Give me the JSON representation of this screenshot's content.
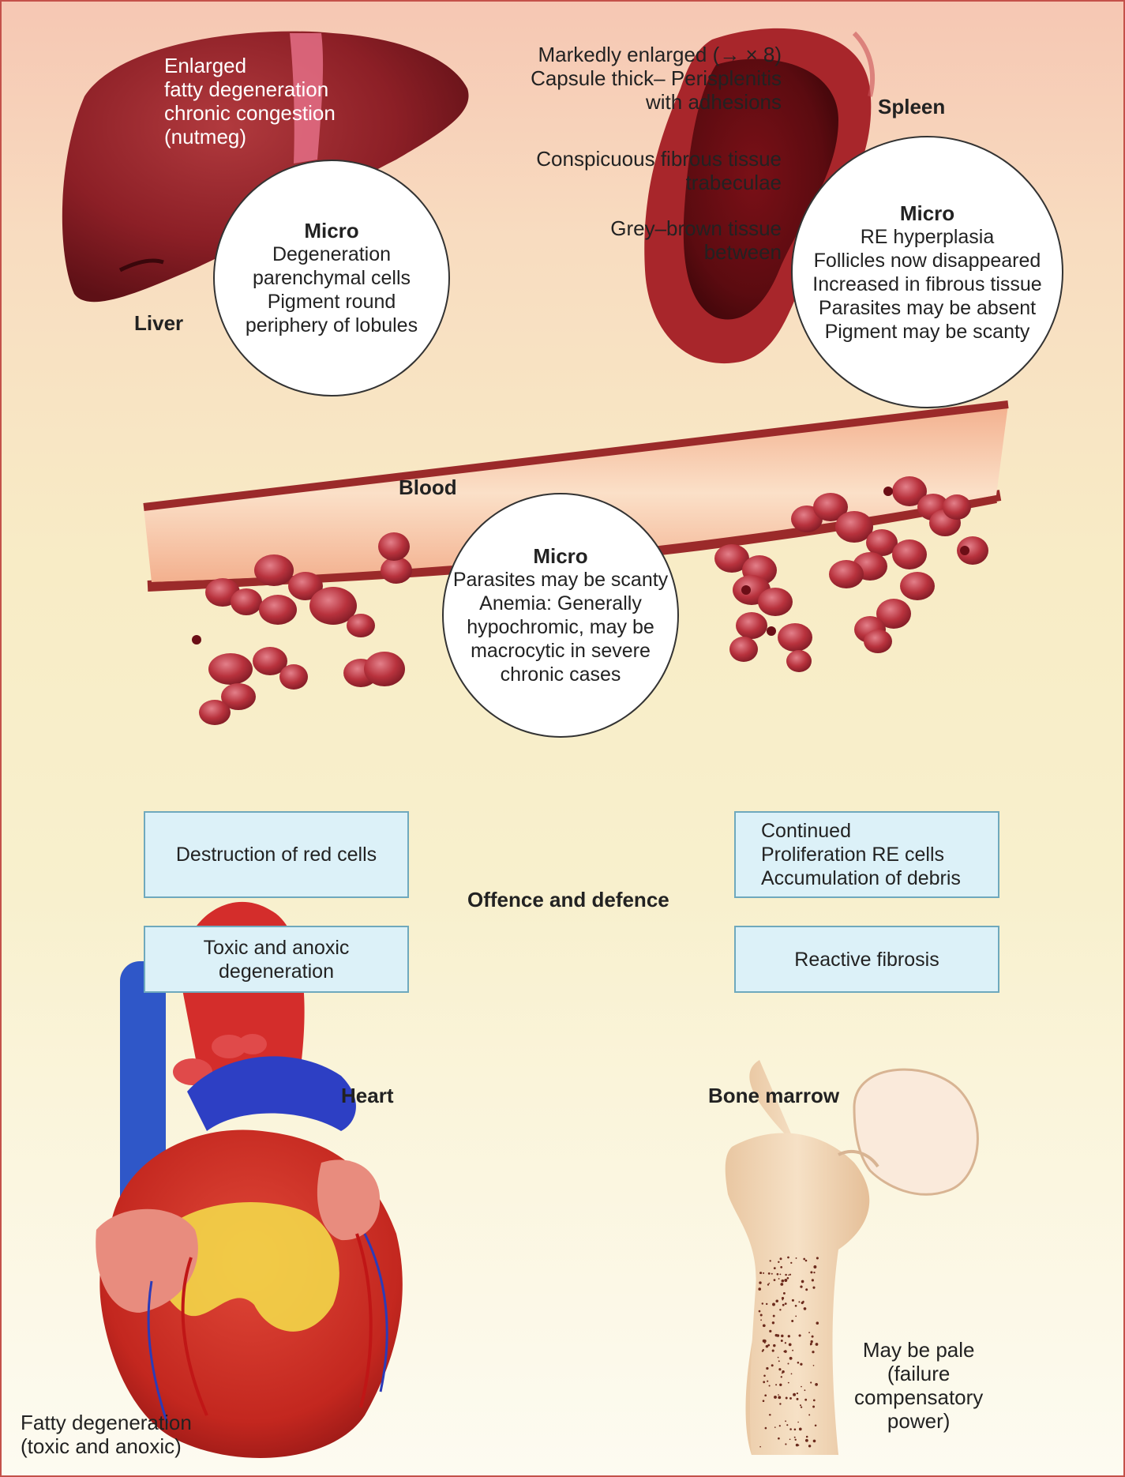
{
  "liver": {
    "label": "Liver",
    "notes": [
      "Enlarged",
      "fatty degeneration",
      "chronic congestion",
      "(nutmeg)"
    ],
    "micro": {
      "title": "Micro",
      "lines": [
        "Degeneration",
        "parenchymal cells",
        "Pigment round",
        "periphery of lobules"
      ]
    }
  },
  "spleen": {
    "label": "Spleen",
    "notes_top": [
      "Markedly enlarged (→ × 8)",
      "Capsule thick– Perisplenitis",
      "with adhesions"
    ],
    "notes_mid": [
      "Conspicuous fibrous tissue",
      "trabeculae"
    ],
    "notes_low": [
      "Grey–brown tissue",
      "between"
    ],
    "micro": {
      "title": "Micro",
      "lines": [
        "RE hyperplasia",
        "Follicles now disappeared",
        "Increased in fibrous tissue",
        "Parasites may be absent",
        "Pigment may be scanty"
      ]
    }
  },
  "blood": {
    "label": "Blood",
    "micro": {
      "title": "Micro",
      "lines": [
        "Parasites may be scanty",
        "Anemia: Generally",
        "hypochromic, may be",
        "macrocytic in severe",
        "chronic cases"
      ]
    }
  },
  "center": {
    "title": "Offence and defence",
    "box_tl": [
      "Destruction of red cells"
    ],
    "box_bl": [
      "Toxic and anoxic",
      "degeneration"
    ],
    "box_tr": [
      "Continued",
      "Proliferation RE cells",
      "Accumulation of debris"
    ],
    "box_br": [
      "Reactive fibrosis"
    ]
  },
  "heart": {
    "label": "Heart",
    "notes": [
      "Fatty degeneration",
      "(toxic and anoxic)"
    ]
  },
  "bone_marrow": {
    "label": "Bone marrow",
    "notes": [
      "May be pale",
      "(failure",
      "compensatory",
      "power)"
    ]
  },
  "colors": {
    "border": "#c4514a",
    "box_fill": "#dcf1f8",
    "box_border": "#6fa9bd",
    "organ_red": "#8e1f24",
    "cell_red": "#b8323d"
  }
}
